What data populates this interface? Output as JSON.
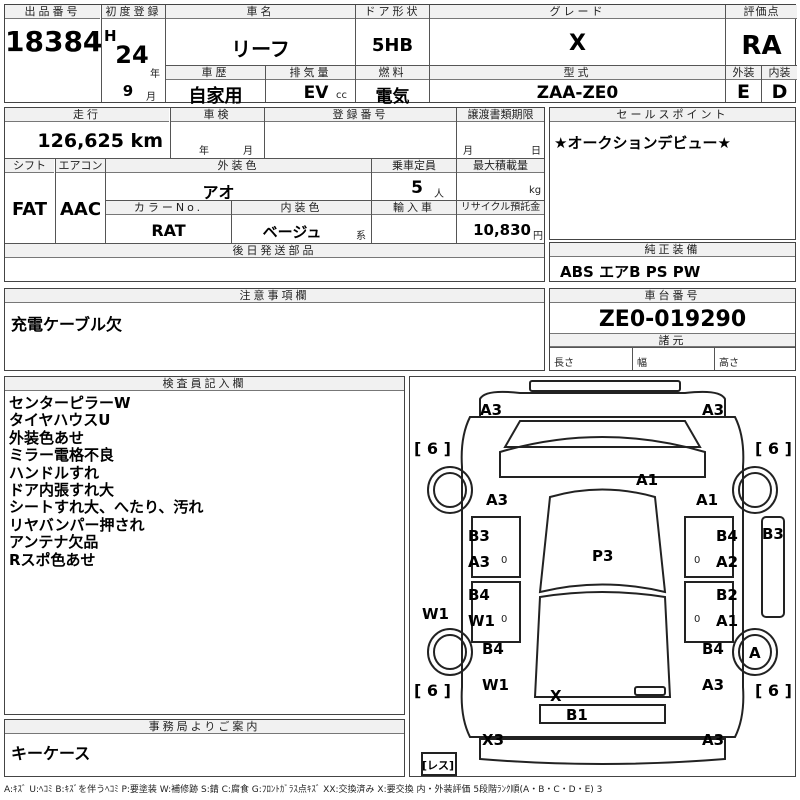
{
  "header": {
    "lot_label": "出品番号",
    "lot": "18384",
    "first_reg_label": "初度登録",
    "era": "H",
    "year": "24",
    "year_unit": "年",
    "month": "9",
    "month_unit": "月",
    "car_name_label": "車名",
    "car_name": "リーフ",
    "door_label": "ドア形状",
    "door": "5HB",
    "grade_label": "グレード",
    "grade": "X",
    "score_label": "評価点",
    "score": "RA",
    "history_label": "車歴",
    "history": "自家用",
    "displacement_label": "排気量",
    "displacement": "EV",
    "displacement_unit": "cc",
    "fuel_label": "燃料",
    "fuel": "電気",
    "model_label": "型式",
    "model": "ZAA-ZE0",
    "exterior_label": "外装",
    "exterior": "E",
    "interior_label": "内装",
    "interior": "D"
  },
  "info": {
    "mileage_label": "走行",
    "mileage": "126,625 km",
    "inspection_label": "車検",
    "year_unit": "年",
    "month_unit": "月",
    "reg_label": "登録番号",
    "transfer_label": "譲渡書類期限",
    "day_unit": "日",
    "shift_label": "シフト",
    "shift": "FAT",
    "ac_label": "エアコン",
    "ac": "AAC",
    "color_label": "外装色",
    "color": "アオ",
    "capacity_label": "乗車定員",
    "capacity": "5",
    "capacity_unit": "人",
    "load_label": "最大積載量",
    "load_unit": "kg",
    "colorno_label": "カラーNo.",
    "colorno": "RAT",
    "intcolor_label": "内装色",
    "intcolor": "ベージュ",
    "intcolor_unit": "系",
    "import_label": "輸入車",
    "recycle_label": "リサイクル預託金",
    "recycle": "10,830",
    "recycle_unit": "円",
    "later_label": "後日発送部品",
    "sales_label": "セールスポイント",
    "sales": "★オークションデビュー★",
    "equip_label": "純正装備",
    "equip": "ABS エアB PS PW",
    "notes_label": "注意事項欄",
    "notes": "充電ケーブル欠",
    "chassis_label": "車台番号",
    "chassis": "ZE0-019290",
    "spec_label": "諸元",
    "length_label": "長さ",
    "width_label": "幅",
    "height_label": "高さ"
  },
  "inspector": {
    "label": "検査員記入欄",
    "lines": [
      "センターピラーW",
      "タイヤハウスU",
      "外装色あせ",
      "ミラー電格不良",
      "ハンドルすれ",
      "ドア内張すれ大",
      "シートすれ大、へたり、汚れ",
      "リヤバンパー押され",
      "アンテナ欠品",
      "Rスポ色あせ"
    ]
  },
  "office": {
    "label": "事務局よりご案内",
    "text": "キーケース"
  },
  "diagram": {
    "tires": [
      "[ 6 ]",
      "[ 6 ]",
      "[ 6 ]",
      "[ 6 ]"
    ],
    "marks": [
      "A3",
      "A3",
      "A1",
      "A3",
      "A1",
      "B3",
      "A3",
      "B4",
      "A2",
      "B3",
      "P3",
      "B4",
      "W1",
      "B2",
      "A1",
      "W1",
      "B4",
      "B4",
      "A",
      "W1",
      "A3",
      "X",
      "B1",
      "X3",
      "A3"
    ],
    "zero": "0",
    "spare": "[レス]"
  },
  "legend": "A:ｷｽﾞ U:ﾍｺﾐ B:ｷｽﾞを伴うﾍｺﾐ P:要塗装 W:補修跡 S:錆 C:腐食 G:ﾌﾛﾝﾄｶﾞﾗｽ点ｷｽﾞ XX:交換済み X:要交換 内・外装評価 5段階ﾗﾝｸ順(A・B・C・D・E) 3"
}
